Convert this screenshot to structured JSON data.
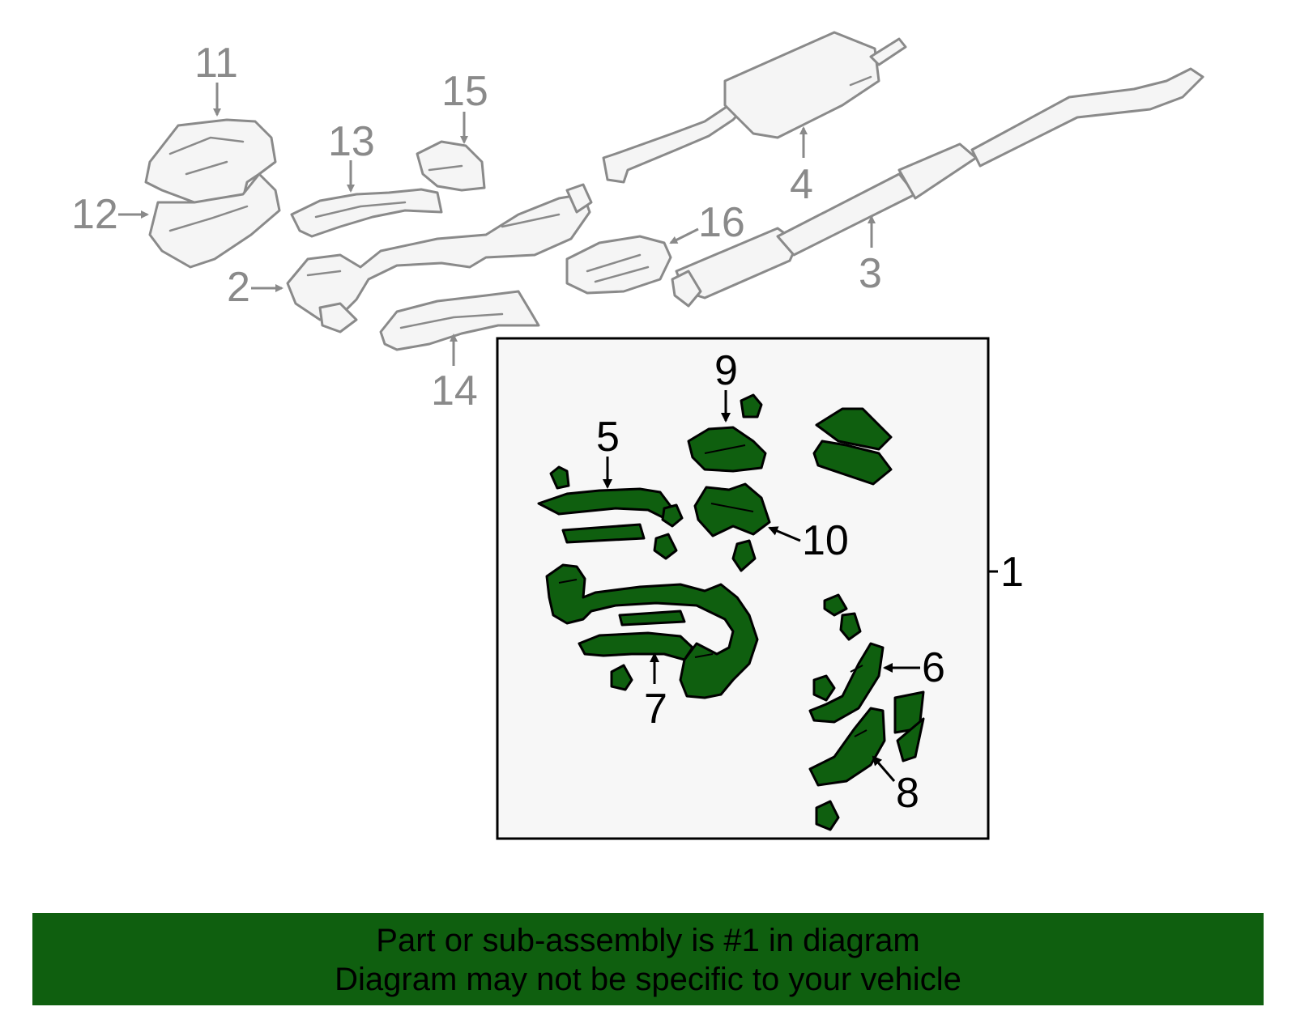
{
  "callouts": {
    "c1": "1",
    "c2": "2",
    "c3": "3",
    "c4": "4",
    "c5": "5",
    "c6": "6",
    "c7": "7",
    "c8": "8",
    "c9": "9",
    "c10": "10",
    "c11": "11",
    "c12": "12",
    "c13": "13",
    "c14": "14",
    "c15": "15",
    "c16": "16"
  },
  "colors": {
    "highlight_green": "#0f5f0f",
    "gray_parts": "#8a8a8a",
    "box_background": "#f7f7f7"
  },
  "footer": {
    "line1": "Part or sub-assembly is #1 in diagram",
    "line2": "Diagram may not be specific to your vehicle"
  }
}
